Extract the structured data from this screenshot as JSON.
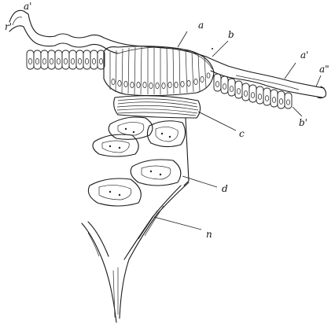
{
  "labels": {
    "a": "a",
    "a_prime_left": "a'",
    "a_prime_right": "a'",
    "a_double_prime": "a\"",
    "b": "b",
    "b_prime": "b'",
    "c": "c",
    "d": "d",
    "n": "n",
    "r_prime": "r'"
  }
}
